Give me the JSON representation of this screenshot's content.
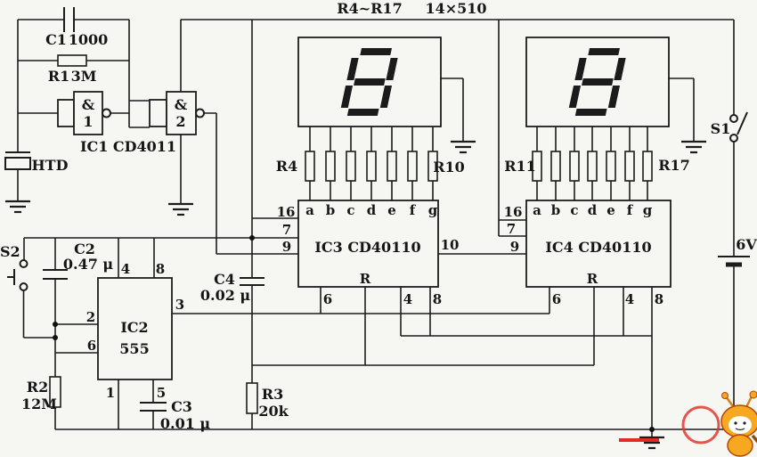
{
  "title": {
    "range": "R4~R17",
    "value": "14×510"
  },
  "oscillator": {
    "c1_name": "C1",
    "c1_value": "1000",
    "r1_name": "R1",
    "r1_value": "3M",
    "gate1_symbol": "&",
    "gate1_number": "1",
    "gate2_symbol": "&",
    "gate2_number": "2",
    "ic1_label": "IC1 CD4011",
    "buzzer_label": "HTD"
  },
  "timer555": {
    "switch_label": "S2",
    "c2_name": "C2",
    "c2_value": "0.47 μ",
    "ic2_name": "IC2",
    "ic2_model": "555",
    "r2_name": "R2",
    "r2_value": "12M",
    "c3_name": "C3",
    "c3_value": "0.01 μ",
    "pin1": "1",
    "pin2": "2",
    "pin3": "3",
    "pin4": "4",
    "pin5": "5",
    "pin6": "6",
    "pin8": "8"
  },
  "counter1": {
    "label": "IC3 CD40110",
    "pin16": "16",
    "pin7": "7",
    "pin9": "9",
    "pin10": "10",
    "seg_pins": [
      "a",
      "b",
      "c",
      "d",
      "e",
      "f",
      "g"
    ],
    "reset_label": "R",
    "pin6": "6",
    "pin4": "4",
    "pin8": "8",
    "res_first": "R4",
    "res_last": "R10"
  },
  "counter2": {
    "label": "IC4 CD40110",
    "pin16": "16",
    "pin7": "7",
    "pin9": "9",
    "seg_pins": [
      "a",
      "b",
      "c",
      "d",
      "e",
      "f",
      "g"
    ],
    "reset_label": "R",
    "pin6": "6",
    "pin4": "4",
    "pin8": "8",
    "res_first": "R11",
    "res_last": "R17"
  },
  "reset_network": {
    "c4_name": "C4",
    "c4_value": "0.02 μ",
    "r3_name": "R3",
    "r3_value": "20k"
  },
  "power": {
    "switch_label": "S1",
    "battery_label": "6V"
  }
}
